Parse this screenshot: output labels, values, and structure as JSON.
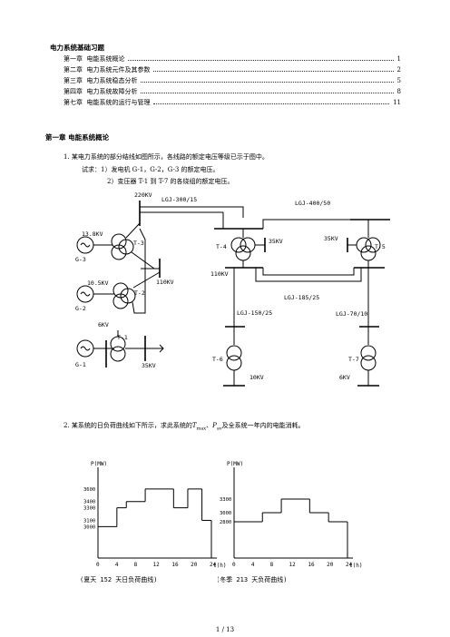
{
  "doc": {
    "title": "电力系统基础习题",
    "toc": [
      {
        "chapter": "第一章",
        "name": "电能系统概论",
        "page": "1"
      },
      {
        "chapter": "第二章",
        "name": "电力系统元件及其参数",
        "page": "2"
      },
      {
        "chapter": "第三章",
        "name": "电力系统稳态分析",
        "page": "5"
      },
      {
        "chapter": "第四章",
        "name": "电力系统故障分析",
        "page": "8"
      },
      {
        "chapter": "第七章",
        "name": "电能系统的运行与管理",
        "page": "11"
      }
    ],
    "chapter_heading": "第一章 电能系统概论",
    "q1": {
      "line1": "1.   某电力系统的部分结线如图所示，各线路的额定电压等级已示于图中。",
      "line2": "试求：1）发电机 G-1，G-2，G-3 的额定电压。",
      "line3": "2）变压器 T-1 到 T-7 的各绕组的额定电压。"
    },
    "diagram": {
      "v220": "220KV",
      "lgj300": "LGJ-300/15",
      "lgj400": "LGJ-400/50",
      "v138": "13.8KV",
      "t3": "T-3",
      "g3": "G-3",
      "t4": "T-4",
      "v35a": "35KV",
      "v35b": "35KV",
      "t5": "T-5",
      "v105": "10.5KV",
      "t2": "T-2",
      "v110a": "110KV",
      "v110b": "110KV",
      "g2": "G-2",
      "lgj185": "LGJ-185/25",
      "lgj150": "LGJ-150/25",
      "lgj70": "LGJ-70/10",
      "v6a": "6KV",
      "t1": "T-1",
      "g1": "G-1",
      "v35c": "35KV",
      "t6": "T-6",
      "t7": "T-7",
      "v10": "10KV",
      "v6b": "6KV"
    },
    "q2": {
      "pre": "2.   某系统的日负荷曲线如下所示，求此系统的",
      "tmax": "T",
      "tmax_sub": "max",
      "sep": "、",
      "pav": "P",
      "pav_sub": "av",
      "post": "及全系统一年内的电能消耗。"
    },
    "footer": "1  /  13"
  },
  "chart_data": [
    {
      "type": "line",
      "title": "(夏天 152 天日负荷曲线)",
      "ylabel": "P(MW)",
      "xlabel": "t(h)",
      "x_ticks": [
        "0",
        "4",
        "8",
        "12",
        "16",
        "20",
        "24"
      ],
      "y_ticks": [
        "3600",
        "3400",
        "3300",
        "3100",
        "3000"
      ],
      "xlim": [
        0,
        24
      ],
      "ylim": [
        2500,
        3800
      ],
      "steps": [
        {
          "x0": 0,
          "x1": 4,
          "y": 3000
        },
        {
          "x0": 4,
          "x1": 6,
          "y": 3300
        },
        {
          "x0": 6,
          "x1": 10,
          "y": 3400
        },
        {
          "x0": 10,
          "x1": 16,
          "y": 3600
        },
        {
          "x0": 16,
          "x1": 19,
          "y": 3300
        },
        {
          "x0": 19,
          "x1": 22,
          "y": 3600
        },
        {
          "x0": 22,
          "x1": 24,
          "y": 3100
        }
      ]
    },
    {
      "type": "line",
      "title": "(冬季 213 天负荷曲线)",
      "ylabel": "P(MW)",
      "xlabel": "t(h)",
      "x_ticks": [
        "0",
        "4",
        "8",
        "12",
        "16",
        "20",
        "24"
      ],
      "y_ticks": [
        "3300",
        "3000",
        "2800"
      ],
      "xlim": [
        0,
        24
      ],
      "ylim": [
        2000,
        3800
      ],
      "steps": [
        {
          "x0": 0,
          "x1": 6,
          "y": 2800
        },
        {
          "x0": 6,
          "x1": 10,
          "y": 3000
        },
        {
          "x0": 10,
          "x1": 16,
          "y": 3300
        },
        {
          "x0": 16,
          "x1": 20,
          "y": 3000
        },
        {
          "x0": 20,
          "x1": 24,
          "y": 2800
        }
      ]
    }
  ]
}
